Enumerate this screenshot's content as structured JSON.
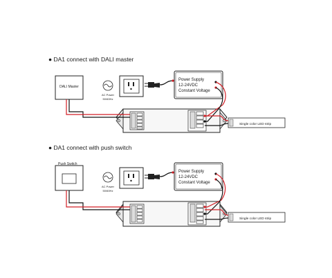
{
  "sections": [
    {
      "heading": "DA1 connect with DALI master",
      "controller_label": "DALI Master",
      "ac_label_1": "AC Power",
      "ac_label_2": "50/60Hz",
      "psu_line_1": "Power Supply",
      "psu_line_2": "12-24VDC",
      "psu_line_3": "Constant Voltage",
      "strip_label": "Single color LED strip"
    },
    {
      "heading": "DA1 connect with push switch",
      "controller_label": "Push Switch",
      "ac_label_1": "AC Power",
      "ac_label_2": "50/60Hz",
      "psu_line_1": "Power Supply",
      "psu_line_2": "12-24VDC",
      "psu_line_3": "Constant Voltage",
      "strip_label": "Single color LED strip"
    }
  ],
  "colors": {
    "wire_red": "#d21f26",
    "wire_black": "#111111",
    "outline": "#222222",
    "dimmer_fill": "#f2f2f2"
  }
}
